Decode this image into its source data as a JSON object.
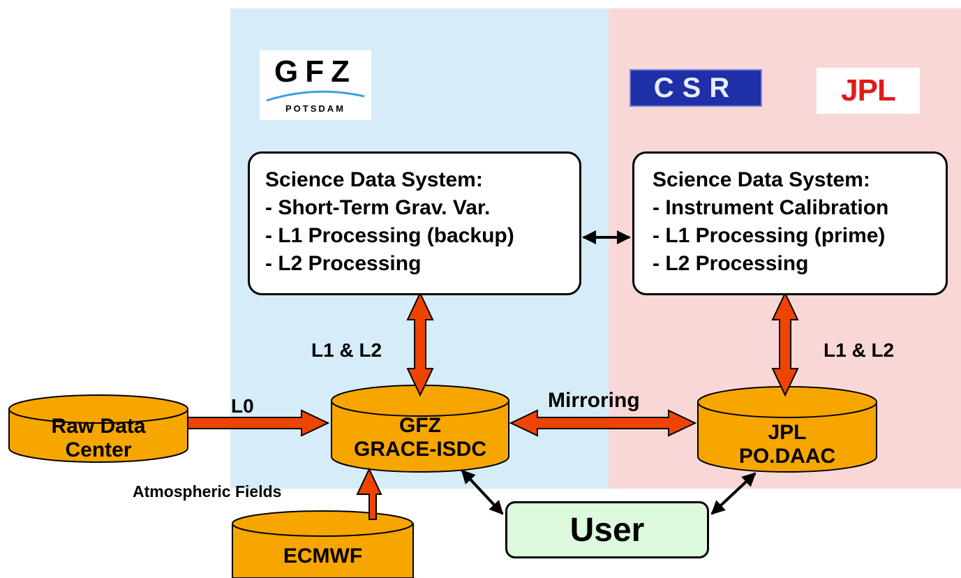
{
  "logos": {
    "gfz": {
      "main": "GFZ",
      "sub": "POTSDAM"
    },
    "csr": {
      "text": "CSR"
    },
    "jpl": {
      "text": "JPL"
    }
  },
  "sds_left": {
    "lines": [
      "Science Data System:",
      "- Short-Term Grav. Var.",
      "- L1 Processing (backup)",
      "- L2 Processing"
    ]
  },
  "sds_right": {
    "lines": [
      "Science Data System:",
      "- Instrument Calibration",
      "- L1 Processing (prime)",
      "- L2 Processing"
    ]
  },
  "databases": {
    "raw": {
      "lines": [
        "Raw Data",
        "Center"
      ]
    },
    "gfz_isdc": {
      "lines": [
        "GFZ",
        "GRACE-ISDC"
      ]
    },
    "jpl_daac": {
      "lines": [
        "JPL",
        "PO.DAAC"
      ]
    },
    "ecmwf": {
      "lines": [
        "ECMWF"
      ]
    }
  },
  "user": {
    "label": "User"
  },
  "edge_labels": {
    "l0": "L0",
    "l1l2_left": "L1 & L2",
    "l1l2_right": "L1 & L2",
    "mirroring": "Mirroring",
    "atmospheric": "Atmospheric Fields"
  },
  "colors": {
    "left_panel": "#d6ecf9",
    "right_panel": "#fad7d7",
    "cylinder_fill": "#f7a600",
    "arrow_fill": "#ee4400",
    "user_fill": "#ddfadd"
  }
}
